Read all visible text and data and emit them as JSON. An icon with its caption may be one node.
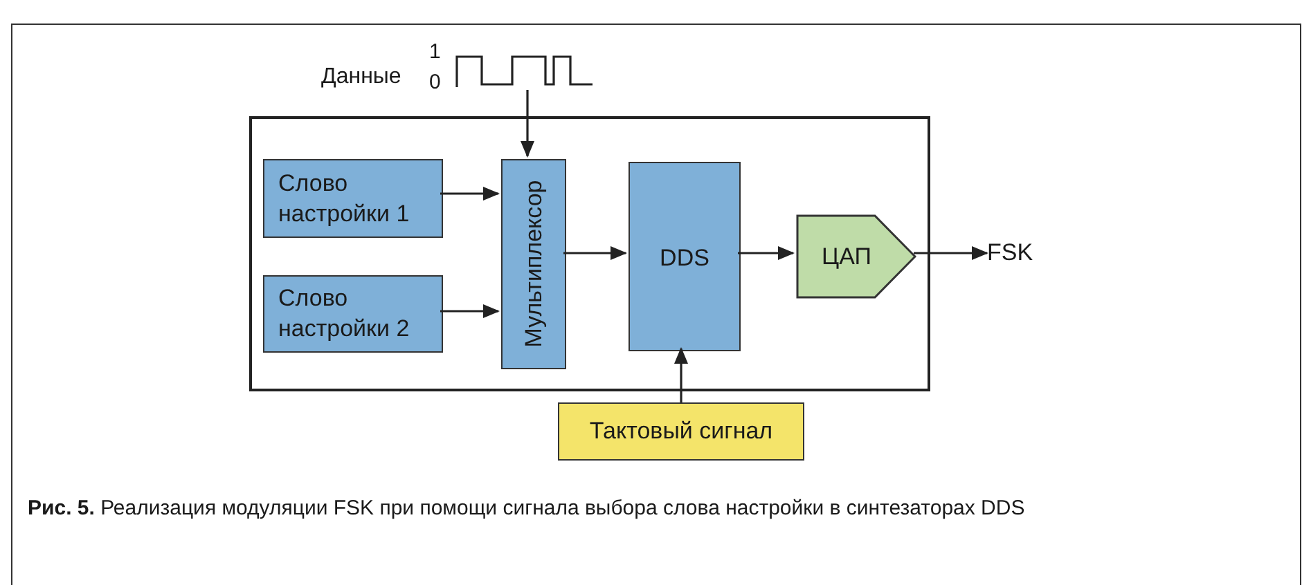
{
  "diagram": {
    "caption": "**Рис. 5.** Реализация модуляции FSK при помощи сигнала выбора слова настройки в синтезаторах DDS",
    "nodes": [
      {
        "text": [],
        "shape": "box"
      },
      {
        "text": [
          "Данные"
        ]
      },
      {
        "text": [
          "Слово настройки 1"
        ],
        "in": 0
      },
      {
        "text": [
          "Слово настройки 2"
        ],
        "in": 0
      },
      {
        "text": [
          "Мультиплексор"
        ],
        "in": 0
      },
      {
        "text": [
          "DDS"
        ],
        "in": 0
      },
      {
        "text": [
          "ЦАП"
        ],
        "in": 0
      },
      {
        "text": [
          "FSK"
        ]
      },
      {
        "text": [
          "Тактовый сигнал"
        ]
      }
    ],
    "edges": [
      {
        "from": 1,
        "to": 4,
        "arrow": "to"
      },
      {
        "from": 2,
        "to": 4,
        "arrow": "to"
      },
      {
        "from": 3,
        "to": 4,
        "arrow": "to"
      },
      {
        "from": 4,
        "to": 5,
        "arrow": "to"
      },
      {
        "from": 5,
        "to": 6,
        "arrow": "to"
      },
      {
        "from": 6,
        "to": 7,
        "arrow": "to"
      },
      {
        "from": 8,
        "to": 5,
        "arrow": "to"
      }
    ],
    "labels": [
      "1",
      "0"
    ]
  }
}
